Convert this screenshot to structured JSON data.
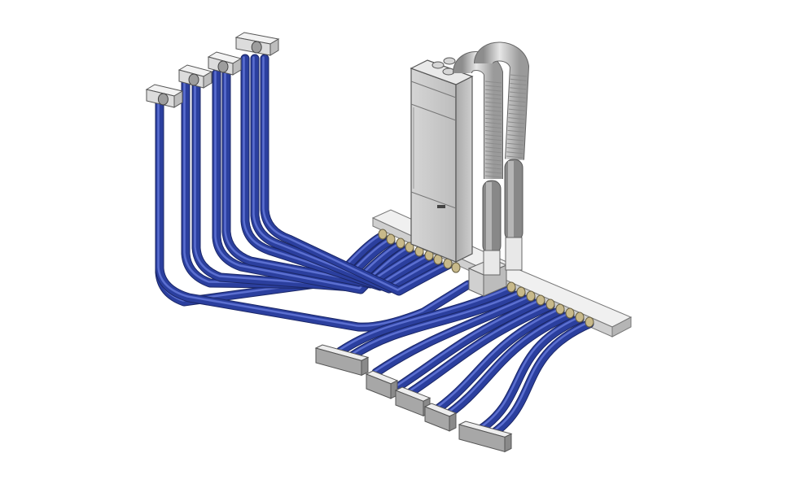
{
  "scene": {
    "type": "isometric-ventilation-system",
    "description_visible_text": "",
    "colors": {
      "background": "#ffffff",
      "duct": "#2b3f9e",
      "duct_highlight": "#5b6fd0",
      "duct_edge": "#1b2766",
      "metal_light": "#ececec",
      "metal_mid": "#c9c9c9",
      "metal_dark": "#9a9a9a",
      "outline": "#555555",
      "coupling": "#c8b98a"
    }
  },
  "components": {
    "ventilation_unit": {
      "name": "ventilation-unit"
    },
    "intake_hose": {
      "name": "intake-hose"
    },
    "exhaust_hose": {
      "name": "exhaust-hose"
    },
    "supply_manifold": {
      "name": "supply-manifold"
    },
    "extract_manifold": {
      "name": "extract-manifold"
    },
    "wall_terminals_count": 4,
    "floor_grilles_count": 5,
    "supply_ducts_count": 9,
    "extract_ducts_count": 9
  }
}
